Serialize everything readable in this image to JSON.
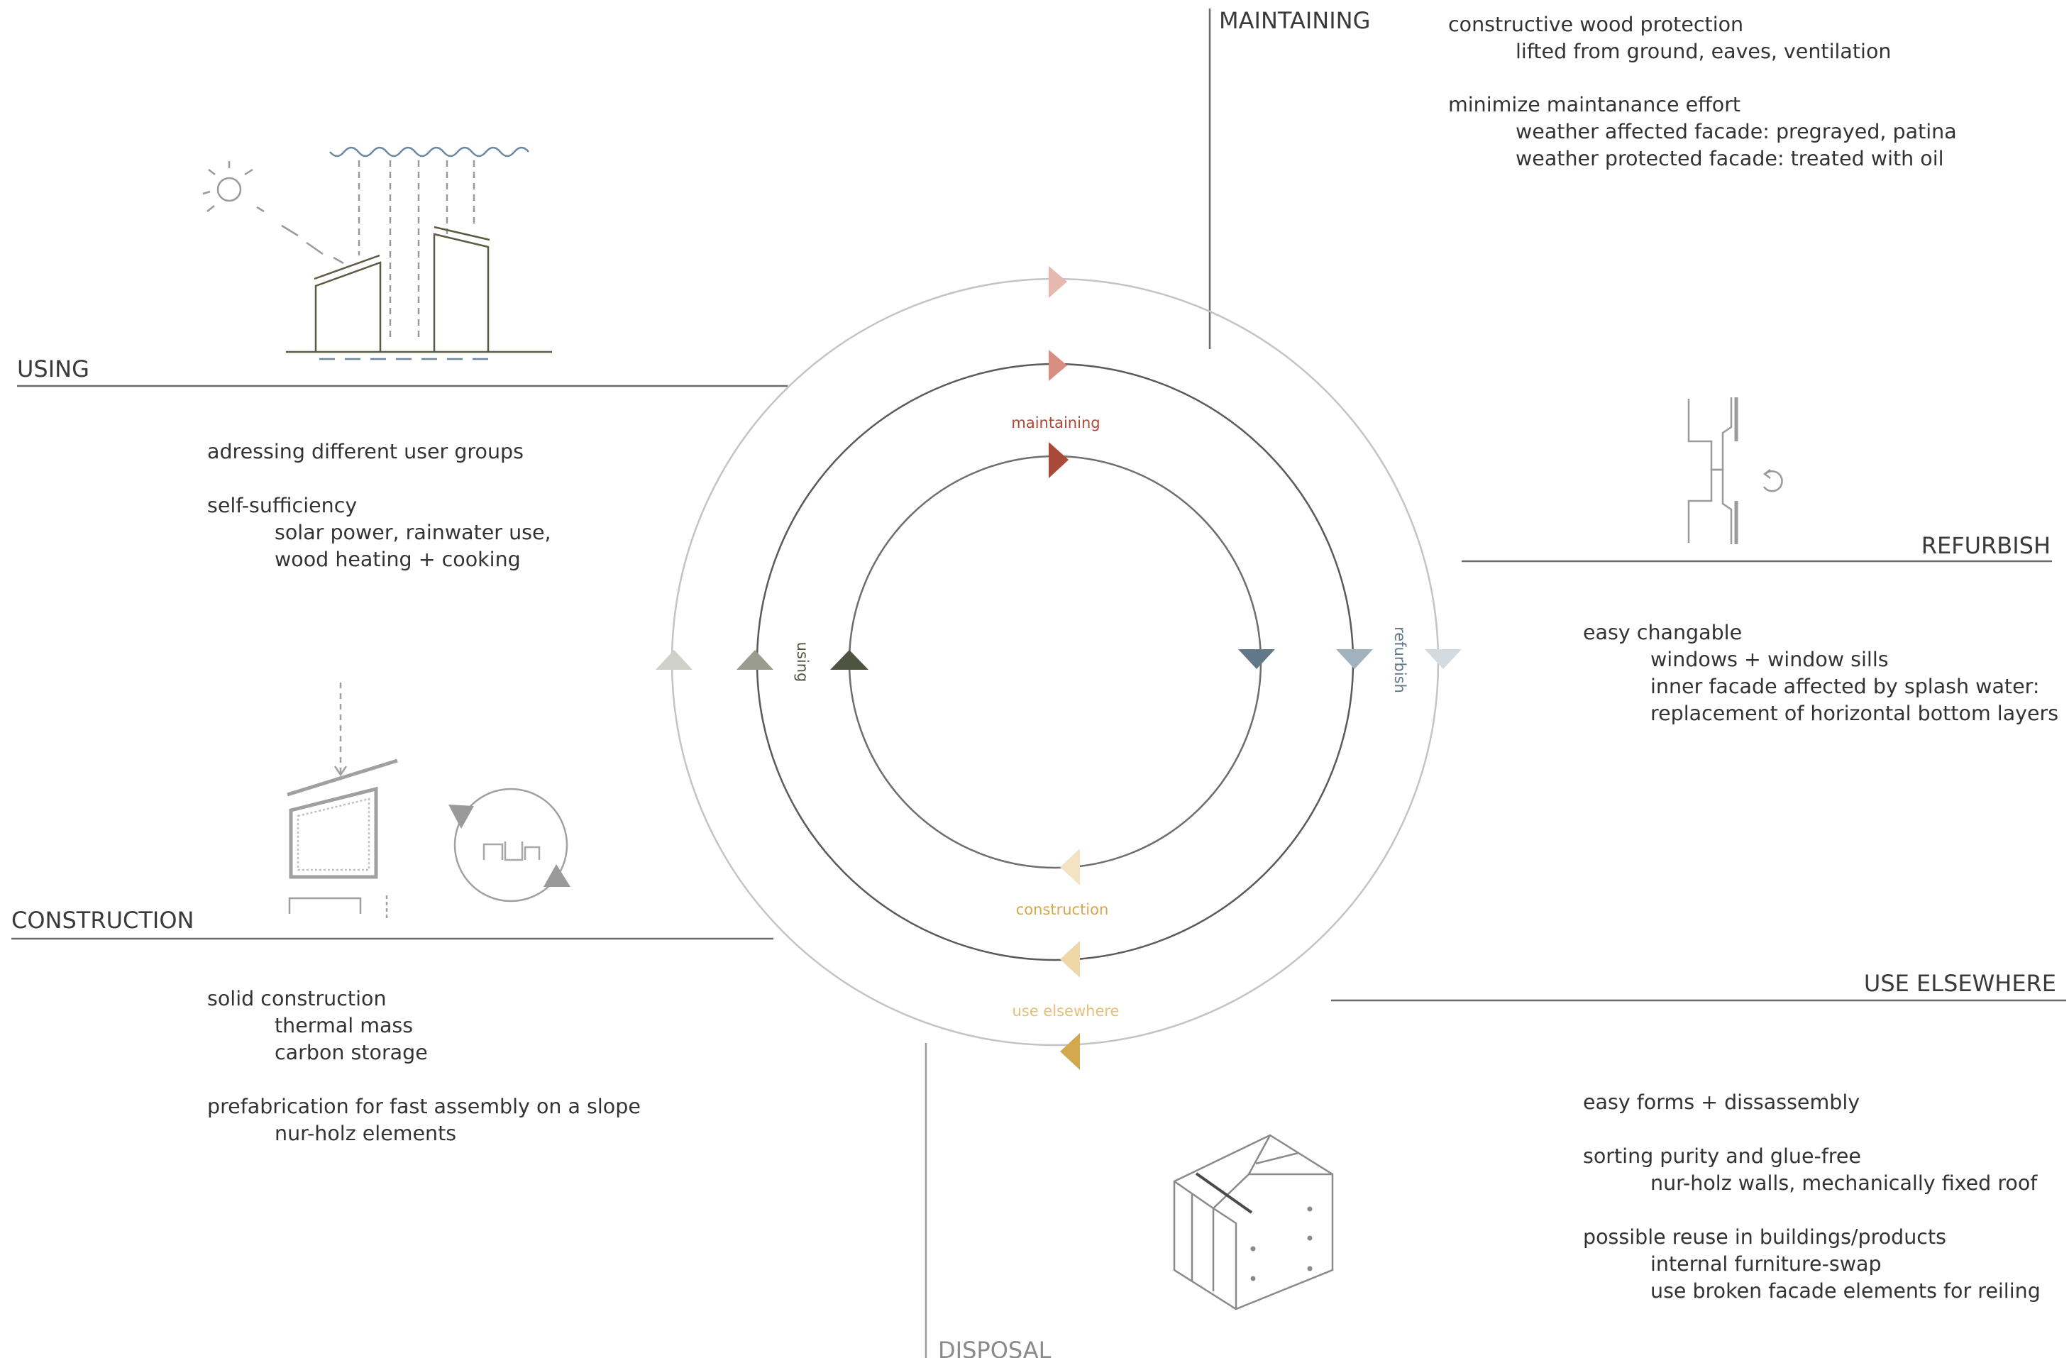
{
  "headings": {
    "maintaining": "MAINTAINING",
    "using": "USING",
    "refurbish": "REFURBISH",
    "construction": "CONSTRUCTION",
    "use_elsewhere": "USE ELSEWHERE",
    "disposal": "DISPOSAL"
  },
  "cycle_labels": {
    "maintaining": "maintaining",
    "using": "using",
    "refurbish": "refurbish",
    "construction": "construction",
    "use_elsewhere": "use elsewhere"
  },
  "maintaining_notes": [
    "constructive wood protection",
    "lifted from ground, eaves, ventilation",
    "minimize maintanance effort",
    "weather affected facade: pregrayed, patina",
    "weather protected facade: treated with oil"
  ],
  "using_notes": [
    "adressing different user groups",
    "self-sufficiency",
    "solar power, rainwater use,",
    "wood heating + cooking"
  ],
  "refurbish_notes": [
    "easy changable",
    "windows + window sills",
    "inner facade affected by splash water:",
    "replacement of horizontal bottom layers"
  ],
  "construction_notes": [
    "solid construction",
    "thermal mass",
    "carbon storage",
    "prefabrication for fast assembly on a slope",
    "nur-holz elements"
  ],
  "use_elsewhere_notes": [
    "easy forms + dissassembly",
    "sorting purity and glue-free",
    "nur-holz walls, mechanically fixed roof",
    "possible reuse in buildings/products",
    "internal furniture-swap",
    "use broken facade elements for reiling"
  ],
  "colors": {
    "maintaining": "#a8493a",
    "using": "#4f5440",
    "refurbish": "#607888",
    "construction": "#d4a94e",
    "inner_ring": "#6e6e6e",
    "middle_ring": "#5a5a5a",
    "outer_ring": "#c4c4c4",
    "leader_line": "#6a6a6a",
    "text": "#333333"
  },
  "icons": {
    "using": "house-sun-rain-icon",
    "refurbish": "facade-swap-icon",
    "construction": "prefab-cycle-icon",
    "use_elsewhere": "disassembly-box-icon"
  }
}
